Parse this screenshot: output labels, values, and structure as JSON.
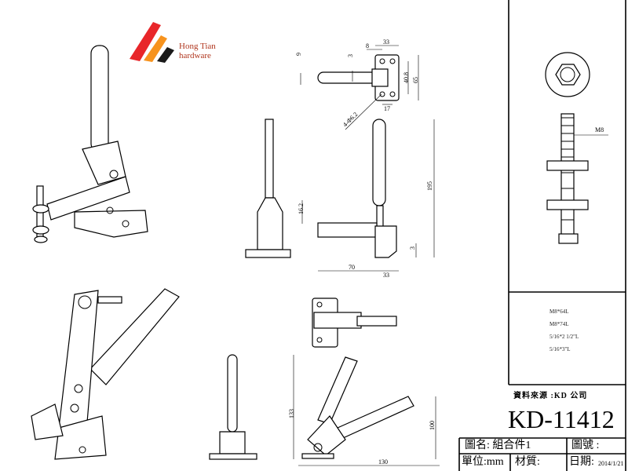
{
  "logo": {
    "line1": "Hong Tian",
    "line2": "hardware",
    "colors": [
      "#e8262a",
      "#f7931e",
      "#1a1a1a"
    ]
  },
  "dimensions": {
    "top_view": [
      "9",
      "3",
      "8",
      "33",
      "40.8",
      "65",
      "17",
      "4-Φ6.2"
    ],
    "side_view": [
      "16.2",
      "195",
      "70",
      "33",
      "3"
    ],
    "open_view": [
      "133",
      "130",
      "100"
    ],
    "bolt": "M8"
  },
  "specs": [
    "M8*64L",
    "M8*74L",
    "5/16*2 1/2\"L",
    "5/16*3\"L"
  ],
  "title_block": {
    "source": "資料來源 :KD 公司",
    "model": "KD-11412",
    "drawing_name": "圖名: 組合件1",
    "drawing_no": "圖號 :",
    "unit": "單位:mm",
    "material": "材質:",
    "date_label": "日期:",
    "date": "2014/1/21"
  }
}
